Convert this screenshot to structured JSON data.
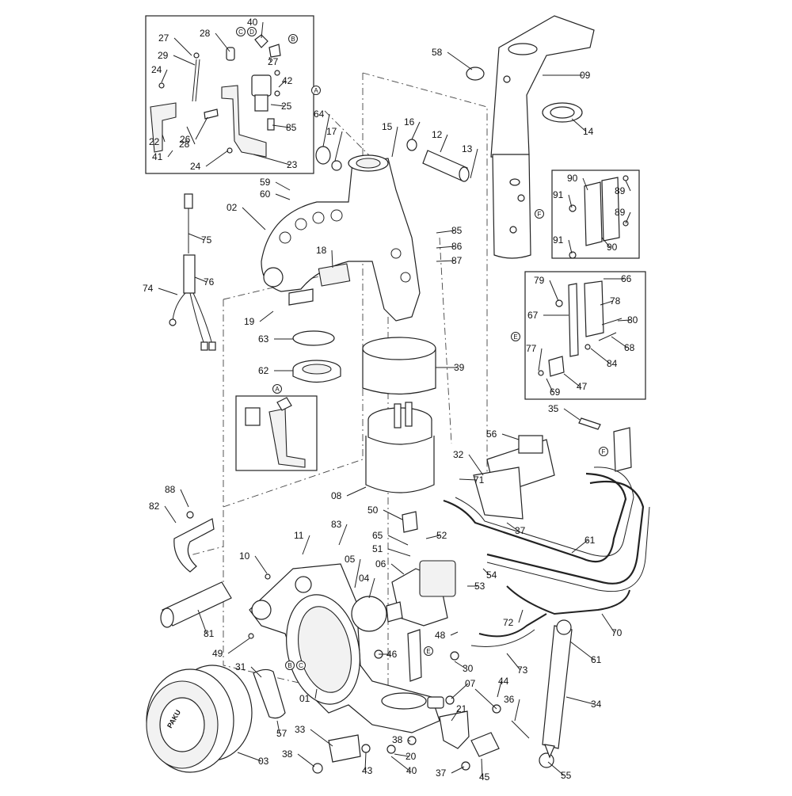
{
  "diagram": {
    "labels": [
      {
        "id": "lbl-27a",
        "text": "27"
      },
      {
        "id": "lbl-28a",
        "text": "28"
      },
      {
        "id": "lbl-40a",
        "text": "40"
      },
      {
        "id": "lbl-29",
        "text": "29"
      },
      {
        "id": "lbl-27b",
        "text": "27"
      },
      {
        "id": "lbl-24a",
        "text": "24"
      },
      {
        "id": "lbl-42",
        "text": "42"
      },
      {
        "id": "lbl-25",
        "text": "25"
      },
      {
        "id": "lbl-85a",
        "text": "85"
      },
      {
        "id": "lbl-22",
        "text": "22"
      },
      {
        "id": "lbl-28b",
        "text": "28"
      },
      {
        "id": "lbl-26",
        "text": "26"
      },
      {
        "id": "lbl-41",
        "text": "41"
      },
      {
        "id": "lbl-24b",
        "text": "24"
      },
      {
        "id": "lbl-23",
        "text": "23"
      },
      {
        "id": "lbl-58",
        "text": "58"
      },
      {
        "id": "lbl-09",
        "text": "09"
      },
      {
        "id": "lbl-14",
        "text": "14"
      },
      {
        "id": "lbl-64",
        "text": "64"
      },
      {
        "id": "lbl-17",
        "text": "17"
      },
      {
        "id": "lbl-15",
        "text": "15"
      },
      {
        "id": "lbl-16",
        "text": "16"
      },
      {
        "id": "lbl-12",
        "text": "12"
      },
      {
        "id": "lbl-13",
        "text": "13"
      },
      {
        "id": "lbl-59",
        "text": "59"
      },
      {
        "id": "lbl-60",
        "text": "60"
      },
      {
        "id": "lbl-02",
        "text": "02"
      },
      {
        "id": "lbl-75",
        "text": "75"
      },
      {
        "id": "lbl-85b",
        "text": "85"
      },
      {
        "id": "lbl-86",
        "text": "86"
      },
      {
        "id": "lbl-87",
        "text": "87"
      },
      {
        "id": "lbl-18",
        "text": "18"
      },
      {
        "id": "lbl-76",
        "text": "76"
      },
      {
        "id": "lbl-74",
        "text": "74"
      },
      {
        "id": "lbl-19",
        "text": "19"
      },
      {
        "id": "lbl-63",
        "text": "63"
      },
      {
        "id": "lbl-62",
        "text": "62"
      },
      {
        "id": "lbl-39",
        "text": "39"
      },
      {
        "id": "lbl-90a",
        "text": "90"
      },
      {
        "id": "lbl-89a",
        "text": "89"
      },
      {
        "id": "lbl-91a",
        "text": "91"
      },
      {
        "id": "lbl-89b",
        "text": "89"
      },
      {
        "id": "lbl-91b",
        "text": "91"
      },
      {
        "id": "lbl-90b",
        "text": "90"
      },
      {
        "id": "lbl-79",
        "text": "79"
      },
      {
        "id": "lbl-66",
        "text": "66"
      },
      {
        "id": "lbl-78",
        "text": "78"
      },
      {
        "id": "lbl-67",
        "text": "67"
      },
      {
        "id": "lbl-80",
        "text": "80"
      },
      {
        "id": "lbl-68",
        "text": "68"
      },
      {
        "id": "lbl-77",
        "text": "77"
      },
      {
        "id": "lbl-84",
        "text": "84"
      },
      {
        "id": "lbl-47",
        "text": "47"
      },
      {
        "id": "lbl-69",
        "text": "69"
      },
      {
        "id": "lbl-35",
        "text": "35"
      },
      {
        "id": "lbl-56",
        "text": "56"
      },
      {
        "id": "lbl-32",
        "text": "32"
      },
      {
        "id": "lbl-71",
        "text": "71"
      },
      {
        "id": "lbl-08",
        "text": "08"
      },
      {
        "id": "lbl-88",
        "text": "88"
      },
      {
        "id": "lbl-82",
        "text": "82"
      },
      {
        "id": "lbl-50",
        "text": "50"
      },
      {
        "id": "lbl-37a",
        "text": "37"
      },
      {
        "id": "lbl-11",
        "text": "11"
      },
      {
        "id": "lbl-83",
        "text": "83"
      },
      {
        "id": "lbl-65",
        "text": "65"
      },
      {
        "id": "lbl-52",
        "text": "52"
      },
      {
        "id": "lbl-61a",
        "text": "61"
      },
      {
        "id": "lbl-51",
        "text": "51"
      },
      {
        "id": "lbl-10",
        "text": "10"
      },
      {
        "id": "lbl-05",
        "text": "05"
      },
      {
        "id": "lbl-06",
        "text": "06"
      },
      {
        "id": "lbl-04",
        "text": "04"
      },
      {
        "id": "lbl-54",
        "text": "54"
      },
      {
        "id": "lbl-53",
        "text": "53"
      },
      {
        "id": "lbl-72",
        "text": "72"
      },
      {
        "id": "lbl-70",
        "text": "70"
      },
      {
        "id": "lbl-81",
        "text": "81"
      },
      {
        "id": "lbl-48",
        "text": "48"
      },
      {
        "id": "lbl-49",
        "text": "49"
      },
      {
        "id": "lbl-46",
        "text": "46"
      },
      {
        "id": "lbl-61b",
        "text": "61"
      },
      {
        "id": "lbl-73",
        "text": "73"
      },
      {
        "id": "lbl-30",
        "text": "30"
      },
      {
        "id": "lbl-31",
        "text": "31"
      },
      {
        "id": "lbl-07",
        "text": "07"
      },
      {
        "id": "lbl-44",
        "text": "44"
      },
      {
        "id": "lbl-36",
        "text": "36"
      },
      {
        "id": "lbl-34",
        "text": "34"
      },
      {
        "id": "lbl-21",
        "text": "21"
      },
      {
        "id": "lbl-01",
        "text": "01"
      },
      {
        "id": "lbl-57",
        "text": "57"
      },
      {
        "id": "lbl-33",
        "text": "33"
      },
      {
        "id": "lbl-38a",
        "text": "38"
      },
      {
        "id": "lbl-03",
        "text": "03"
      },
      {
        "id": "lbl-38b",
        "text": "38"
      },
      {
        "id": "lbl-20",
        "text": "20"
      },
      {
        "id": "lbl-43",
        "text": "43"
      },
      {
        "id": "lbl-40b",
        "text": "40"
      },
      {
        "id": "lbl-37b",
        "text": "37"
      },
      {
        "id": "lbl-45",
        "text": "45"
      },
      {
        "id": "lbl-55",
        "text": "55"
      }
    ],
    "callouts": [
      {
        "id": "co-A1",
        "text": "A"
      },
      {
        "id": "co-A2",
        "text": "A"
      },
      {
        "id": "co-B1",
        "text": "B"
      },
      {
        "id": "co-B2",
        "text": "B"
      },
      {
        "id": "co-C1",
        "text": "C"
      },
      {
        "id": "co-C2",
        "text": "C"
      },
      {
        "id": "co-D1",
        "text": "D"
      },
      {
        "id": "co-E1",
        "text": "E"
      },
      {
        "id": "co-E2",
        "text": "E"
      },
      {
        "id": "co-F1",
        "text": "F"
      },
      {
        "id": "co-F2",
        "text": "F"
      }
    ],
    "hub_text": "PAKU"
  }
}
